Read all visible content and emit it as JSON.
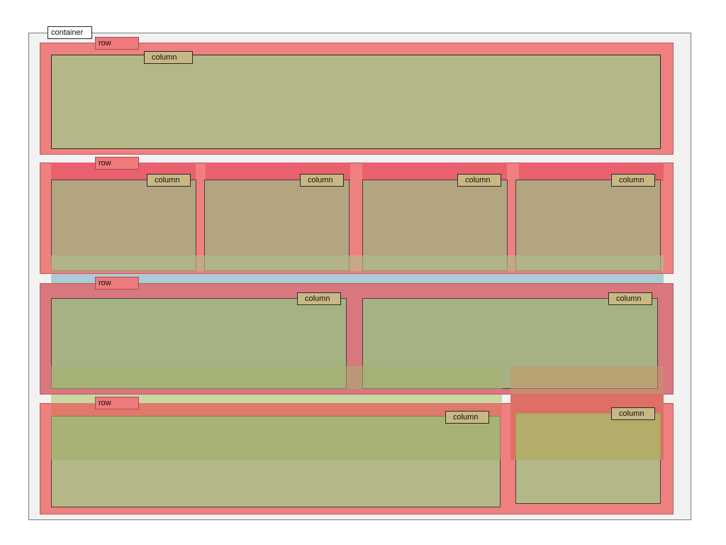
{
  "labels": {
    "container": "container",
    "row": "row",
    "column": "column"
  },
  "colors": {
    "container_fill": "#f2f2f2",
    "row_fill": "#ef8080",
    "column_fill": "#b3b886",
    "row_tag_fill": "#ee7a7c",
    "column_tag_fill": "#c8b884"
  }
}
